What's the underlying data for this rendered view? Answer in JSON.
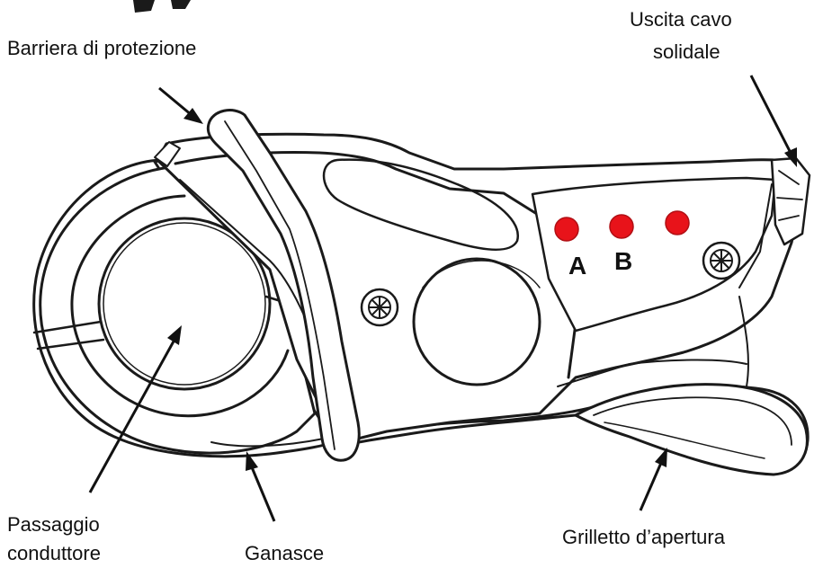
{
  "labels": {
    "protection_barrier": "Barriera di protezione",
    "cable_exit_line1": "Uscita cavo",
    "cable_exit_line2": "solidale",
    "conductor_line1": "Passaggio",
    "conductor_line2": "conduttore",
    "jaws": "Ganasce",
    "trigger": "Grilletto d’apertura"
  },
  "indicators": {
    "led_a": "A",
    "led_b": "B"
  },
  "colors": {
    "led": "#e8131a",
    "outline": "#1a1a1a",
    "fill": "#ffffff"
  }
}
